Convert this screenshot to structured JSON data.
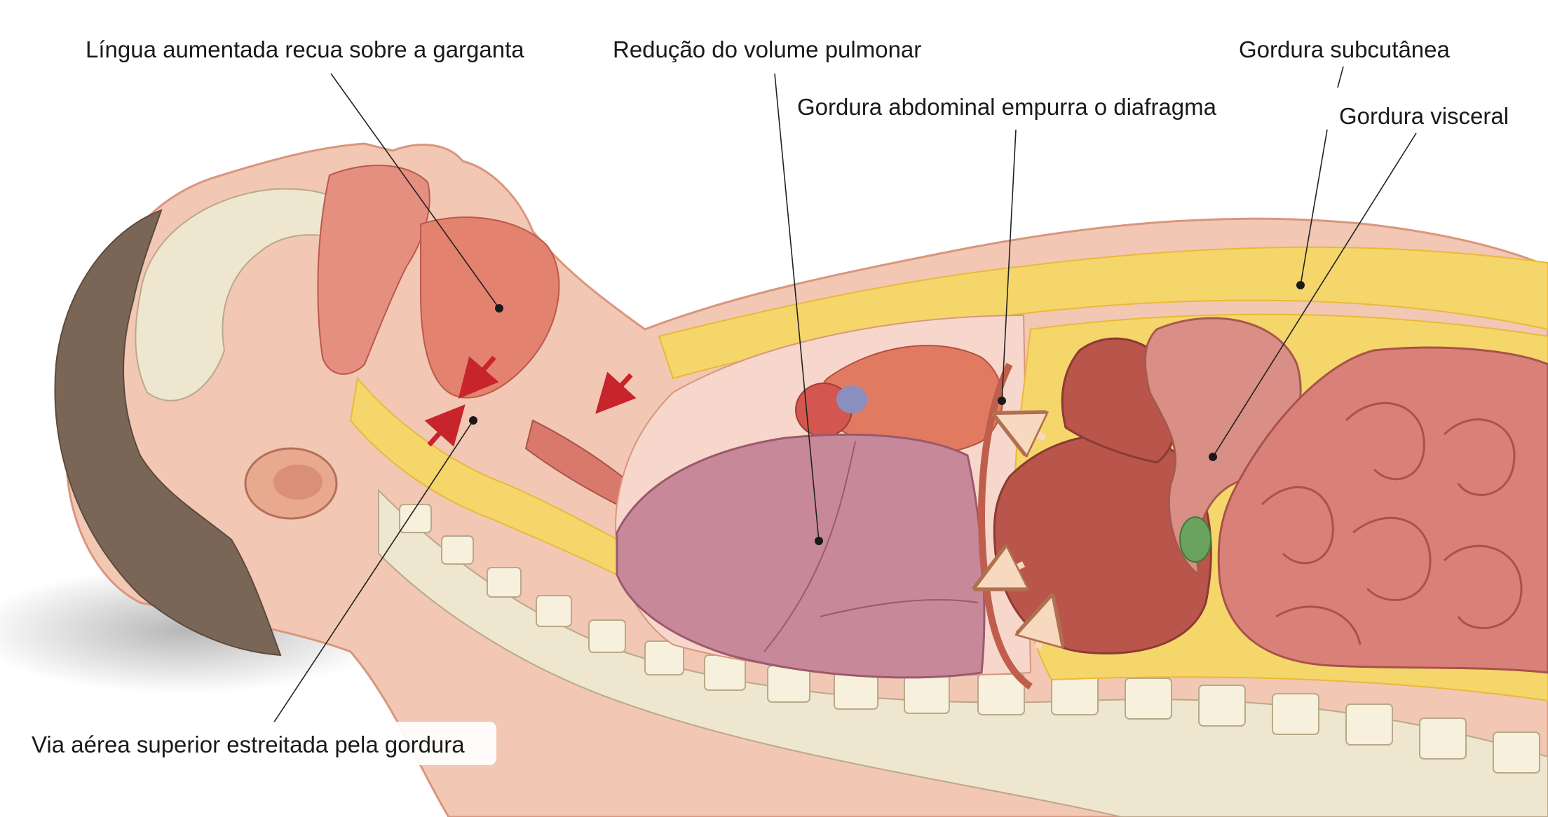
{
  "labels": {
    "tongue": "Língua aumentada recua sobre a garganta",
    "lung_volume": "Redução do volume pulmonar",
    "subcutaneous_fat": "Gordura subcutânea",
    "abdominal_fat_diaphragm": "Gordura abdominal empurra o diafragma",
    "visceral_fat": "Gordura visceral",
    "upper_airway": "Via aérea superior estreitada pela gordura"
  },
  "colors": {
    "skin": "#f2c7b3",
    "skin_dark": "#d9967e",
    "fat": "#f5d66a",
    "fat_dark": "#e9b93a",
    "bone": "#efe6cf",
    "muscle": "#d9796c",
    "lung": "#c7889a",
    "liver": "#b9554b",
    "intestine": "#d98079",
    "hair": "#7a6656",
    "arrow_red": "#c8242b",
    "arrow_cream": "#f7d9bf"
  }
}
